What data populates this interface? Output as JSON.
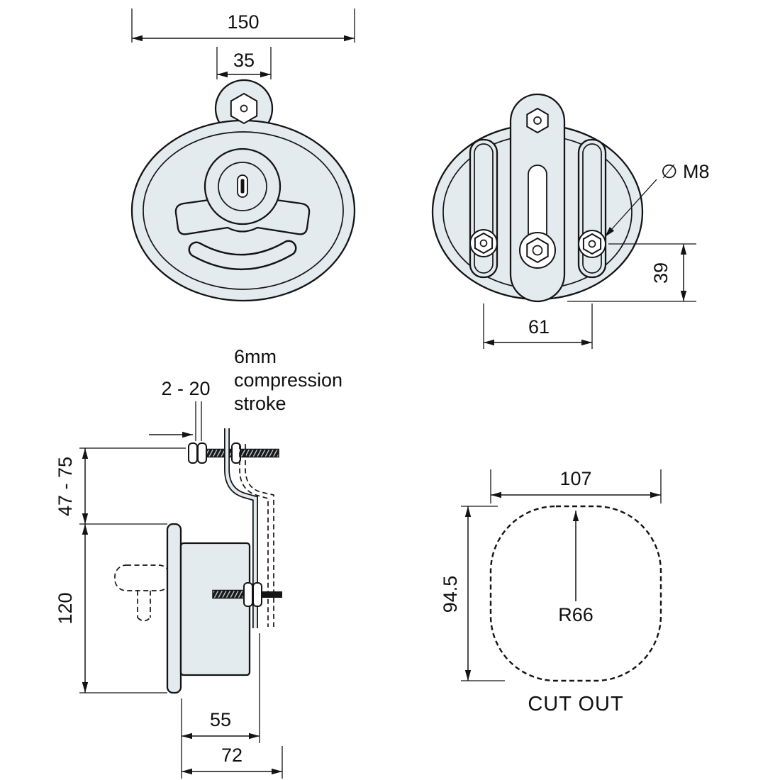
{
  "palette": {
    "line": "#141414",
    "part_fill": "#e4ebee",
    "background": "#ffffff"
  },
  "drawing": {
    "front": {
      "width": "150",
      "tab_width": "35"
    },
    "rear": {
      "bolt_spec": "∅ M8",
      "nut_to_base": "39",
      "bolt_spacing": "61"
    },
    "side": {
      "panel_thickness": "2 - 20",
      "mount_depth": "47 - 75",
      "height": "120",
      "body_depth": "55",
      "overall_depth": "72",
      "note_line1": "6mm",
      "note_line2": "compression",
      "note_line3": "stroke"
    },
    "cutout": {
      "width": "107",
      "height": "94.5",
      "radius": "R66",
      "label": "CUT OUT"
    }
  }
}
